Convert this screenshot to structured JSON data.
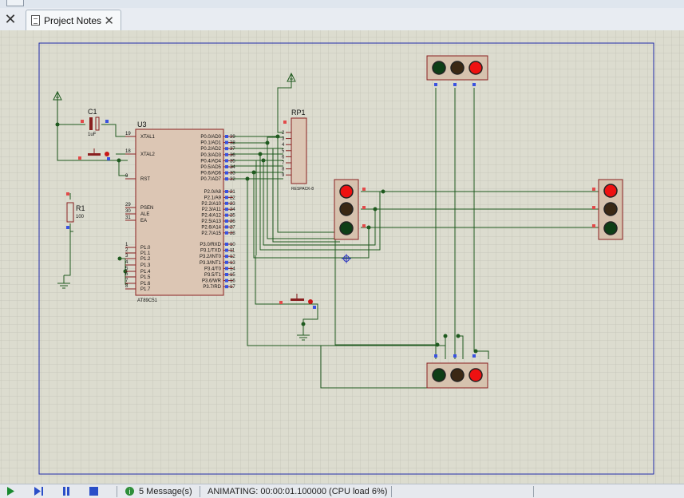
{
  "tabs": [
    {
      "label": "Project Notes",
      "close": "✕"
    }
  ],
  "left_close": "✕",
  "schematic": {
    "c1_label": "C1",
    "c1_value": "1uF",
    "r1_label": "R1",
    "r1_value": "100",
    "u3_label": "U3",
    "u3_part": "AT89C51",
    "rp1_label": "RP1",
    "rp1_part": "RESPACK-8",
    "left_pins": [
      {
        "num": "19",
        "name": "XTAL1"
      },
      {
        "num": "18",
        "name": "XTAL2"
      },
      {
        "num": "9",
        "name": "RST"
      },
      {
        "num": "29",
        "name": "PSEN"
      },
      {
        "num": "30",
        "name": "ALE"
      },
      {
        "num": "31",
        "name": "EA"
      },
      {
        "num": "1",
        "name": "P1.0"
      },
      {
        "num": "2",
        "name": "P1.1"
      },
      {
        "num": "3",
        "name": "P1.2"
      },
      {
        "num": "4",
        "name": "P1.3"
      },
      {
        "num": "5",
        "name": "P1.4"
      },
      {
        "num": "6",
        "name": "P1.5"
      },
      {
        "num": "7",
        "name": "P1.6"
      },
      {
        "num": "8",
        "name": "P1.7"
      }
    ],
    "right_pins_p0": [
      {
        "num": "39",
        "name": "P0.0/AD0"
      },
      {
        "num": "38",
        "name": "P0.1/AD1"
      },
      {
        "num": "37",
        "name": "P0.2/AD2"
      },
      {
        "num": "36",
        "name": "P0.3/AD3"
      },
      {
        "num": "35",
        "name": "P0.4/AD4"
      },
      {
        "num": "34",
        "name": "P0.5/AD5"
      },
      {
        "num": "33",
        "name": "P0.6/AD6"
      },
      {
        "num": "32",
        "name": "P0.7/AD7"
      }
    ],
    "right_pins_p2": [
      {
        "num": "21",
        "name": "P2.0/A8"
      },
      {
        "num": "22",
        "name": "P2.1/A9"
      },
      {
        "num": "23",
        "name": "P2.2/A10"
      },
      {
        "num": "24",
        "name": "P2.3/A11"
      },
      {
        "num": "25",
        "name": "P2.4/A12"
      },
      {
        "num": "26",
        "name": "P2.5/A13"
      },
      {
        "num": "27",
        "name": "P2.6/A14"
      },
      {
        "num": "28",
        "name": "P2.7/A15"
      }
    ],
    "right_pins_p3": [
      {
        "num": "10",
        "name": "P3.0/RXD"
      },
      {
        "num": "11",
        "name": "P3.1/TXD"
      },
      {
        "num": "12",
        "name": "P3.2/INT0"
      },
      {
        "num": "13",
        "name": "P3.3/INT1"
      },
      {
        "num": "14",
        "name": "P3.4/T0"
      },
      {
        "num": "15",
        "name": "P3.5/T1"
      },
      {
        "num": "16",
        "name": "P3.6/WR"
      },
      {
        "num": "17",
        "name": "P3.7/RD"
      }
    ],
    "rp_pins": [
      "2",
      "3",
      "4",
      "5",
      "6",
      "7",
      "8",
      "9"
    ],
    "traffic_lights": [
      {
        "id": "north",
        "lamps": [
          "#0e3e16",
          "#3b2814",
          "#ee1111"
        ]
      },
      {
        "id": "west",
        "lamps": [
          "#ee1111",
          "#3b2814",
          "#0e3e16"
        ]
      },
      {
        "id": "east",
        "lamps": [
          "#ee1111",
          "#3b2814",
          "#0e3e16"
        ]
      },
      {
        "id": "south",
        "lamps": [
          "#0e3e16",
          "#3b2814",
          "#ee1111"
        ]
      }
    ]
  },
  "status": {
    "play_icon": "play-icon",
    "messages": "5 Message(s)",
    "animating": "ANIMATING: 00:00:01.100000 (CPU load 6%)"
  }
}
